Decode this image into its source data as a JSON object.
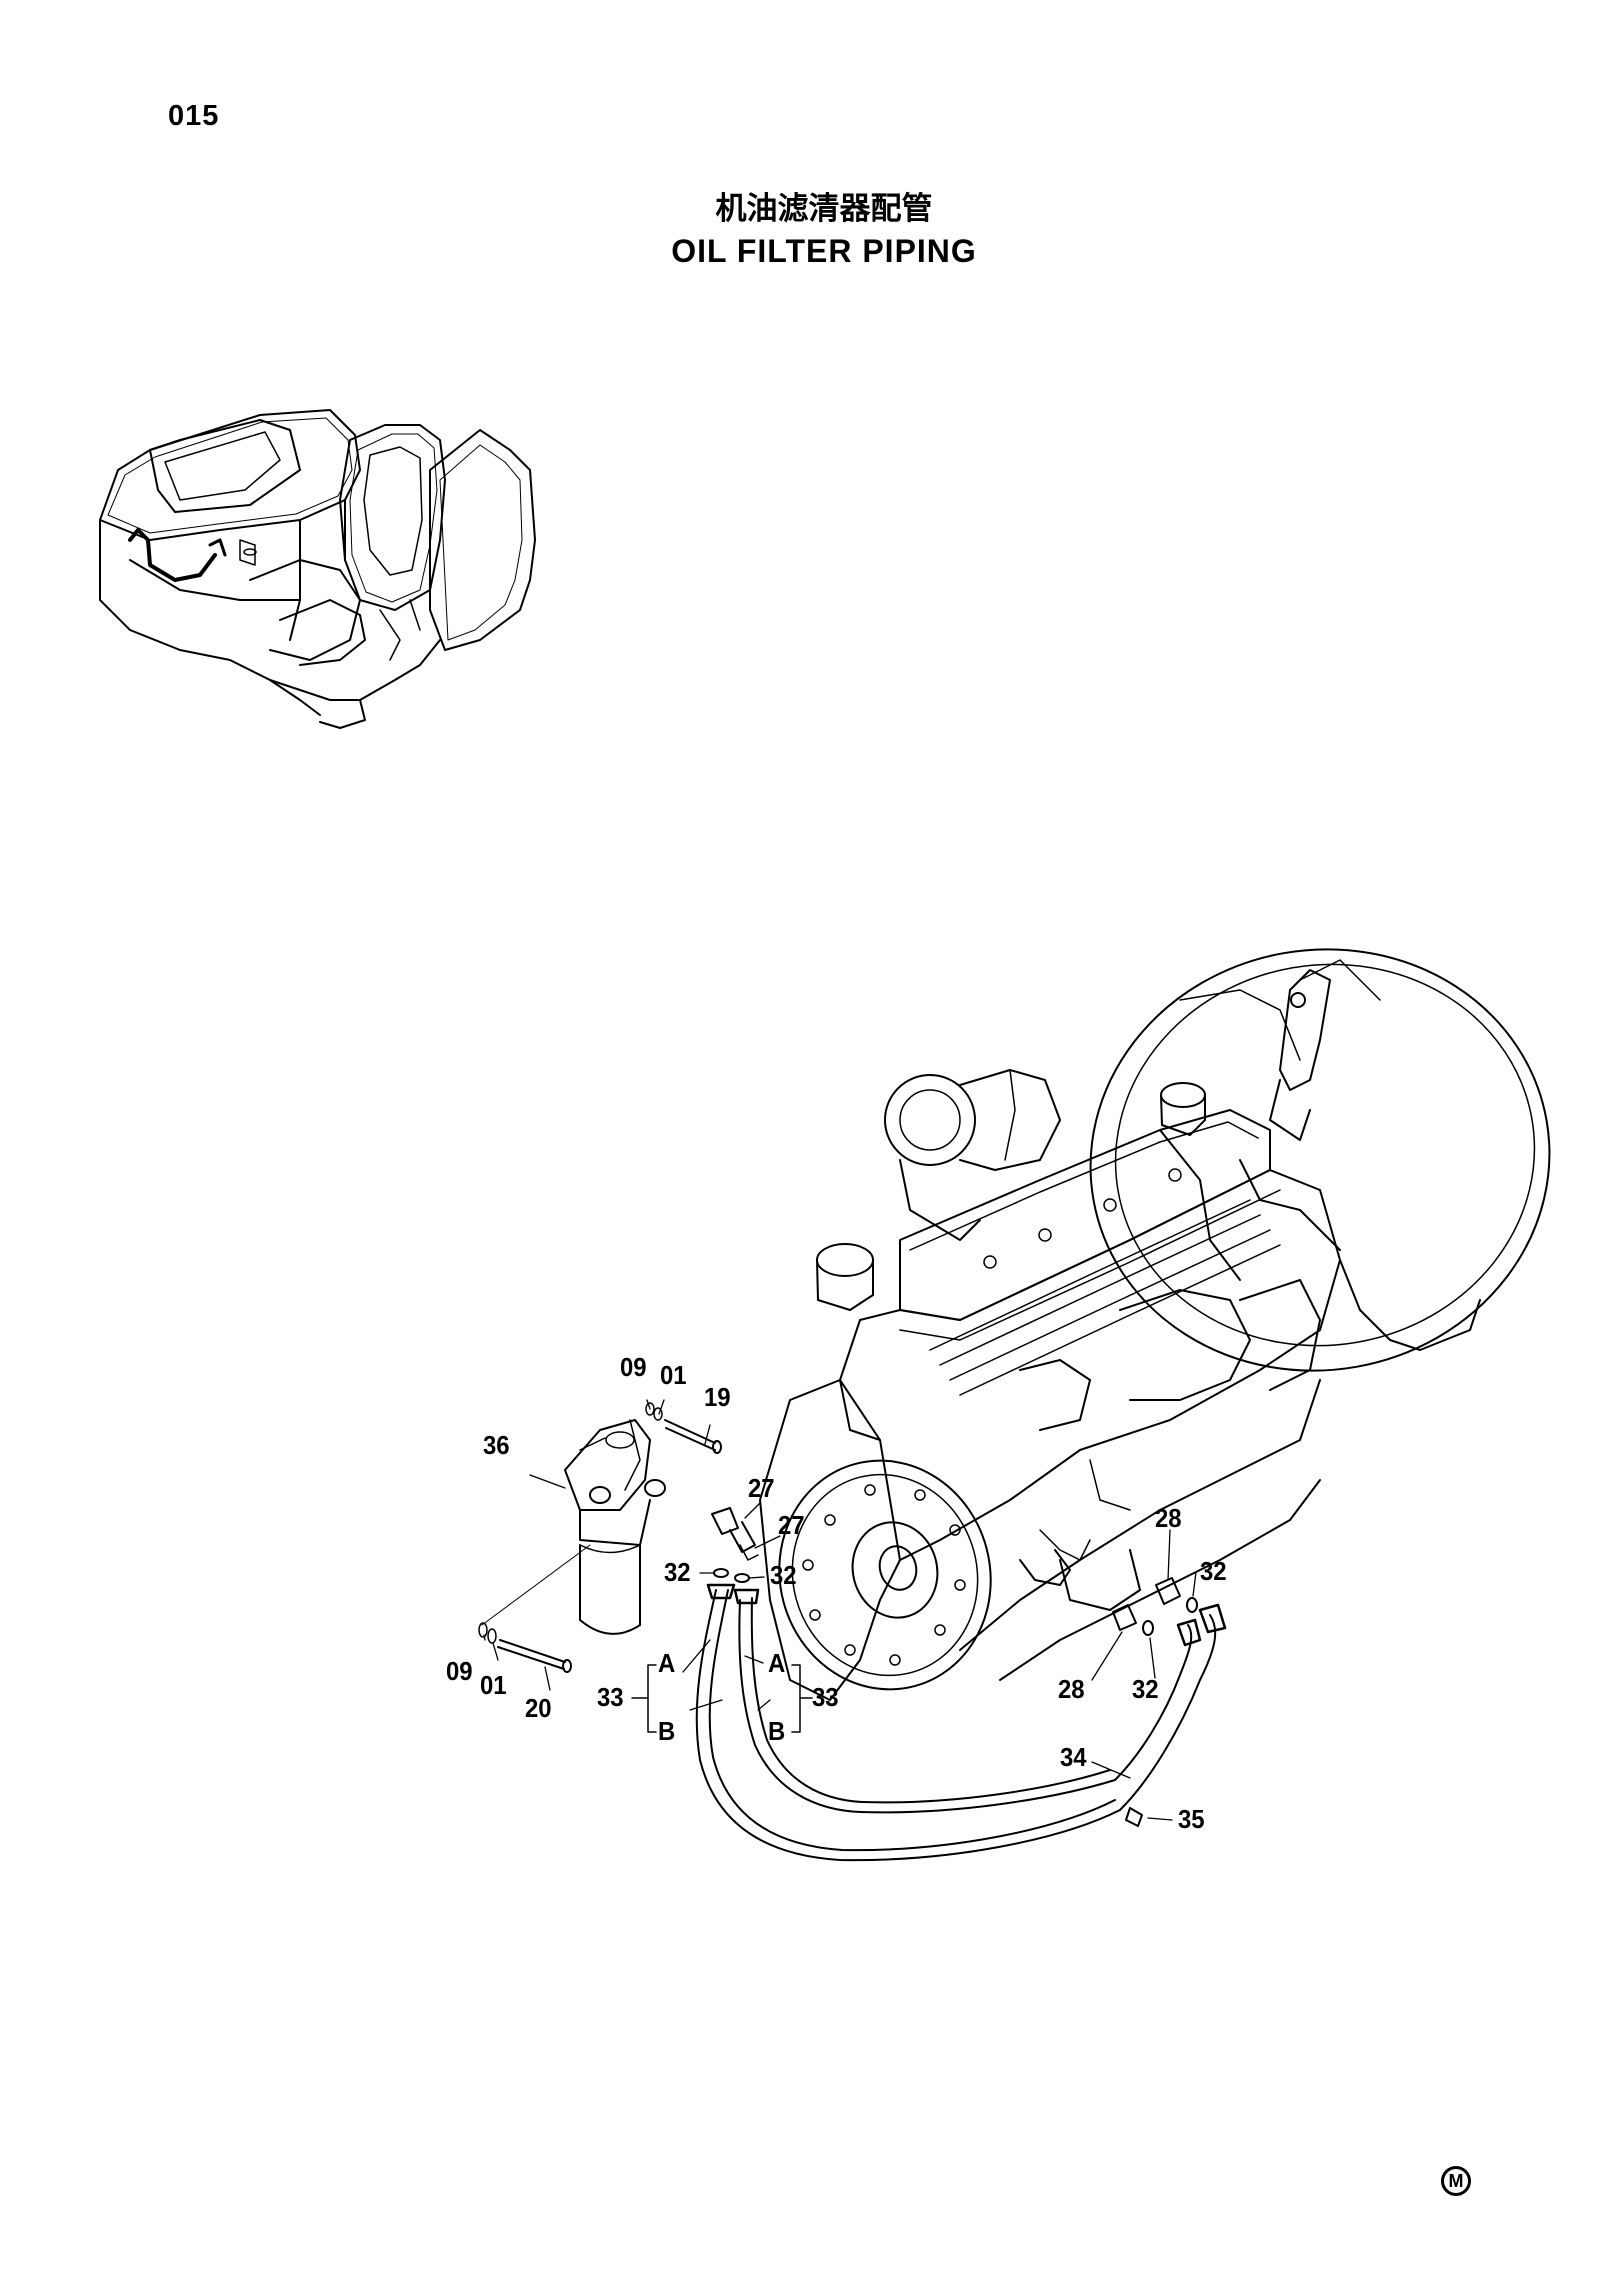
{
  "page_number": "015",
  "title_cn": "机油滤清器配管",
  "title_en": "OIL FILTER PIPING",
  "corner_mark": "M",
  "callouts": {
    "c09_top": "09",
    "c01_top": "01",
    "c19": "19",
    "c36": "36",
    "c27_a": "27",
    "c27_b": "27",
    "c32_left": "32",
    "c32_mid": "32",
    "c09_bot": "09",
    "c01_bot": "01",
    "c20": "20",
    "cA_left": "A",
    "cB_left": "B",
    "c33_left": "33",
    "cA_right": "A",
    "cB_right": "B",
    "c33_right": "33",
    "c28_top": "28",
    "c32_right": "32",
    "c28_bot": "28",
    "c32_bot": "32",
    "c34": "34",
    "c35": "35"
  }
}
